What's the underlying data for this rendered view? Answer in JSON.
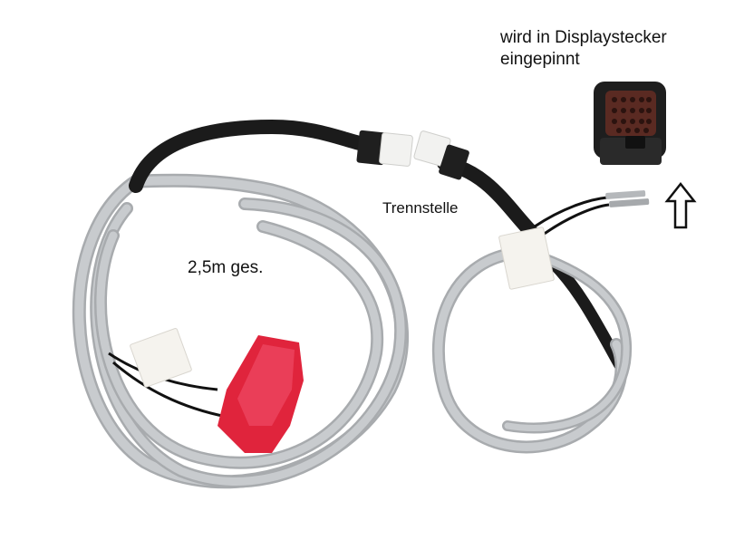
{
  "labels": {
    "total_length": "2,5m ges.",
    "separation_point": "Trennstelle",
    "display_connector_line1": "wird in Displaystecker",
    "display_connector_line2": "eingepinnt"
  },
  "icons": {
    "arrow": "up-arrow-outline-icon",
    "connector": "multi-pin-connector-icon"
  },
  "colors": {
    "background": "#ffffff",
    "cable_grey": "#b9bcbf",
    "cable_black": "#1b1b1b",
    "clip_red": "#e0243c",
    "connector_dark": "#1e1e1e",
    "pins_brown": "#5a2a22"
  }
}
